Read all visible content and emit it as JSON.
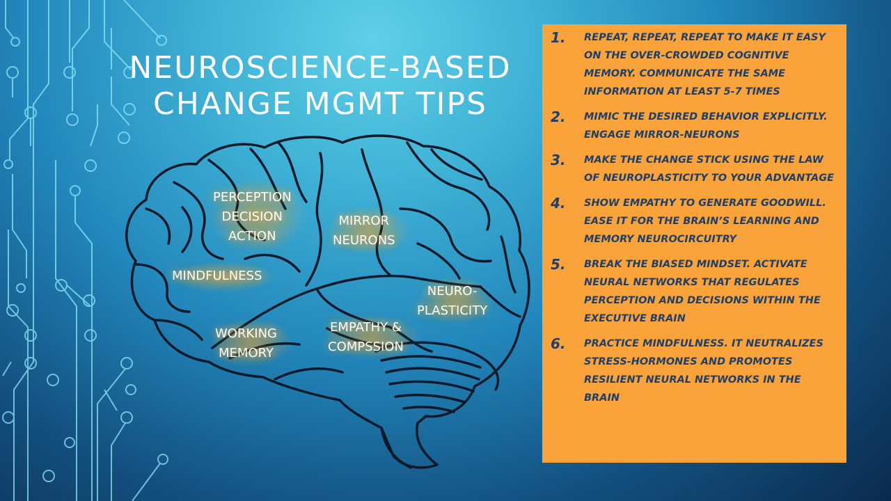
{
  "slide": {
    "title_line1": "NEUROSCIENCE-BASED",
    "title_line2": "CHANGE MGMT TIPS",
    "colors": {
      "background_light": "#5fd0e6",
      "background_dark": "#0b2a4c",
      "panel": "#f9a33a",
      "panel_text": "#1f3f66",
      "circuit": "#8fe6f7",
      "region_glow": "#f0aa3c"
    }
  },
  "brain": {
    "regions": {
      "perception_1": "PERCEPTION",
      "perception_2": "DECISION",
      "perception_3": "ACTION",
      "mirror_1": "MIRROR",
      "mirror_2": "NEURONS",
      "mindfulness": "MINDFULNESS",
      "neuro_1": "NEURO-",
      "neuro_2": "PLASTICITY",
      "working_1": "WORKING",
      "working_2": "MEMORY",
      "empathy_1": "EMPATHY &",
      "empathy_2": "COMPSSION"
    }
  },
  "tips": [
    {
      "number": "1.",
      "text": "Repeat, repeat, repeat to make it easy on the over-crowded cognitive memory. Communicate the same information at least 5-7 times"
    },
    {
      "number": "2.",
      "text": "Mimic the desired behavior explicitly. Engage mirror-neurons"
    },
    {
      "number": "3.",
      "text": "Make the change stick using the law of neuroplasticity to your advantage"
    },
    {
      "number": "4.",
      "text": "Show empathy to generate goodwill. Ease it for the brain’s learning and memory neurocircuitry"
    },
    {
      "number": "5.",
      "text": "Break the biased mindset. Activate neural networks that regulates perception and decisions within the executive brain"
    },
    {
      "number": "6.",
      "text": "Practice mindfulness. It neutralizes stress-hormones and promotes resilient neural networks in the brain"
    }
  ]
}
